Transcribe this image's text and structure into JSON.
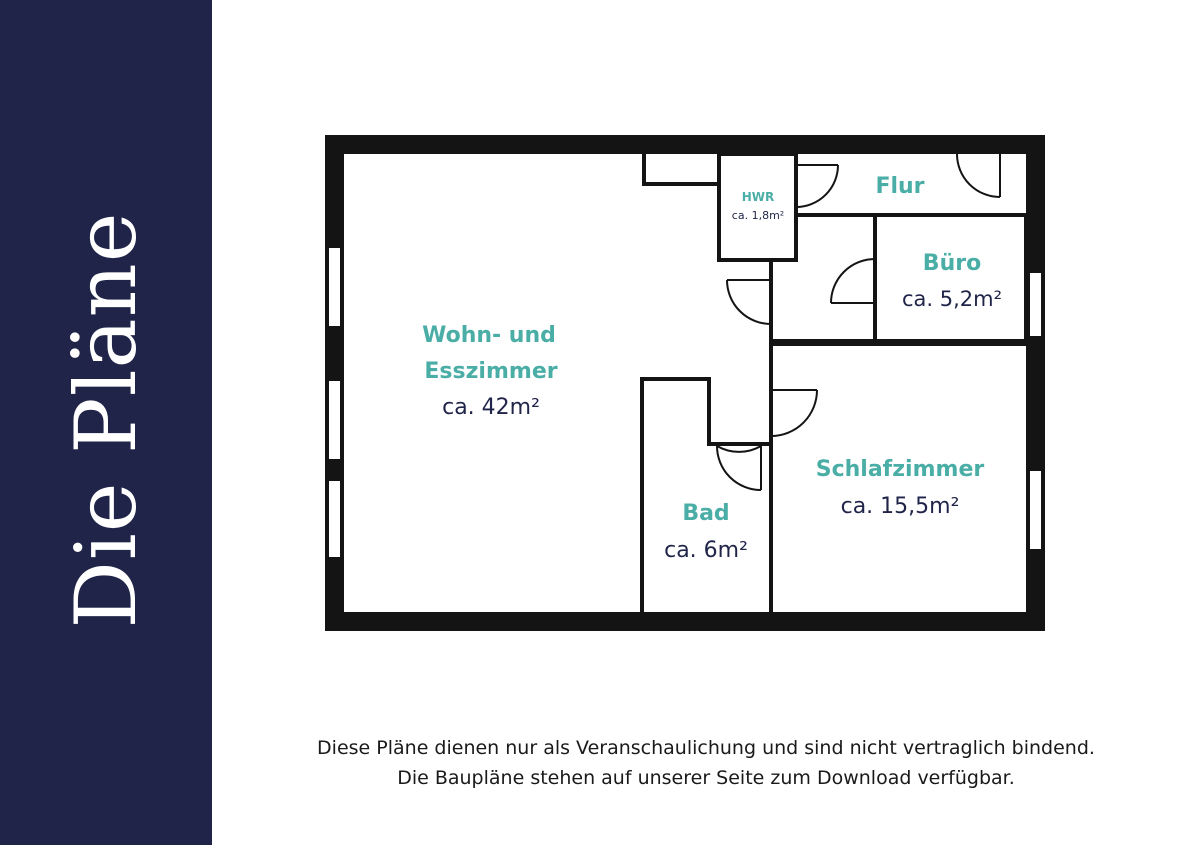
{
  "sidebar": {
    "title": "Die Pläne"
  },
  "rooms": {
    "wohn": {
      "name_line1": "Wohn- und",
      "name_line2": "Esszimmer",
      "area": "ca. 42m²"
    },
    "hwr": {
      "name": "HWR",
      "area": "ca. 1,8m²"
    },
    "flur": {
      "name": "Flur"
    },
    "buero": {
      "name": "Büro",
      "area": "ca. 5,2m²"
    },
    "bad": {
      "name": "Bad",
      "area": "ca. 6m²"
    },
    "schlaf": {
      "name": "Schlafzimmer",
      "area": "ca. 15,5m²"
    }
  },
  "disclaimer": {
    "line1": "Diese Pläne dienen nur als Veranschaulichung und sind nicht vertraglich bindend.",
    "line2": "Die Baupläne stehen auf unserer Seite zum Download verfügbar."
  },
  "colors": {
    "sidebar": "#1f2448",
    "wall": "#141414",
    "room_name": "#4aaea6",
    "room_area": "#1f2448"
  }
}
